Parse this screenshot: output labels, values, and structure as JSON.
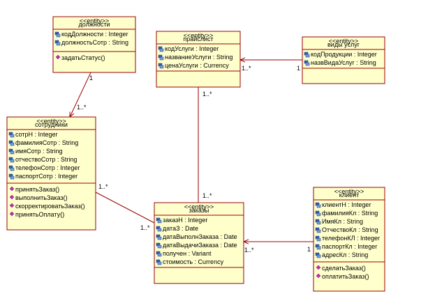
{
  "diagram": {
    "classes": [
      {
        "id": "dolzhnosti",
        "stereotype": "<<entity>>",
        "name": "должности",
        "attributes": [
          "кодДолжности : Integer",
          "должностьСотр : String"
        ],
        "operations": [
          "задатьСтатус()"
        ]
      },
      {
        "id": "prayslist",
        "stereotype": "<<entity>>",
        "name": "прайслист",
        "attributes": [
          "кодУслуги : Integer",
          "названиеУслуги : String",
          "ценаУслуги : Currency"
        ],
        "operations": []
      },
      {
        "id": "vidy-uslug",
        "stereotype": "<<entity>>",
        "name": "виды услуг",
        "attributes": [
          "кодПродукции : Integer",
          "назвВидаУслуг : String"
        ],
        "operations": []
      },
      {
        "id": "sotrudniki",
        "stereotype": "<<entity>>",
        "name": "сотрудники",
        "attributes": [
          "сотрН : Integer",
          "фамилияСотр : String",
          "имяСотр : String",
          "отчествоСотр : String",
          "телефонСотр : Integer",
          "паспортСотр : Integer"
        ],
        "operations": [
          "принятьЗаказ()",
          "выполнитьЗаказ()",
          "скорректироватьЗаказ()",
          "принятьОплату()"
        ]
      },
      {
        "id": "zakazy",
        "stereotype": "<<entity>>",
        "name": "заказы",
        "attributes": [
          "заказН : Integer",
          "датаЗ : Date",
          "датаВыполнЗаказа : Date",
          "датаВыдачиЗаказа : Date",
          "получен : Variant",
          "стоимость : Currency"
        ],
        "operations": []
      },
      {
        "id": "klient",
        "stereotype": "<<entity>>",
        "name": "клиент",
        "attributes": [
          "клиентН : Integer",
          "фамилияКл : String",
          "ИмяКл : String",
          "ОтчествоКл : String",
          "телефонКЛ : Integer",
          "паспортКл : Integer",
          "адресКл : String"
        ],
        "operations": [
          "сделатьЗаказ()",
          "оплатитьЗаказ()"
        ]
      }
    ],
    "associations": [
      {
        "id": "dolzh-sotr",
        "from": "dolzhnosti",
        "to": "sotrudniki",
        "from_mult": "1",
        "to_mult": "1..*"
      },
      {
        "id": "vidy-prays",
        "from": "vidy-uslug",
        "to": "prayslist",
        "from_mult": "1",
        "to_mult": "1..*"
      },
      {
        "id": "prays-zakazy",
        "from": "prayslist",
        "to": "zakazy",
        "from_mult": "1..*",
        "to_mult": "1..*"
      },
      {
        "id": "sotr-zakazy",
        "from": "sotrudniki",
        "to": "zakazy",
        "from_mult": "1..*",
        "to_mult": "1..*"
      },
      {
        "id": "klient-zakazy",
        "from": "klient",
        "to": "zakazy",
        "from_mult": "1",
        "to_mult": "1..*"
      }
    ]
  },
  "colors": {
    "box_fill": "#ffffcc",
    "box_border": "#990000",
    "line": "#990000",
    "icon_attr_blue": "#2f5fb0",
    "icon_op_magenta": "#c02cb0"
  }
}
